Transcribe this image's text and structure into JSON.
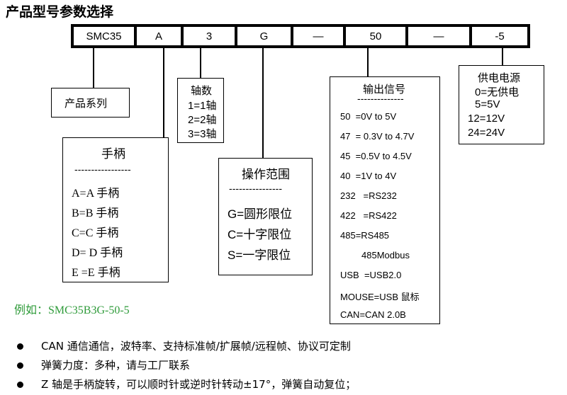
{
  "title": "产品型号参数选择",
  "code_cells": [
    "SMC35",
    "A",
    "3",
    "G",
    "—",
    "50",
    "—",
    "-5"
  ],
  "series_box": {
    "label": "产品系列"
  },
  "axis_box": {
    "heading": "轴数",
    "items": [
      "1=1轴",
      "2=2轴",
      "3=3轴"
    ]
  },
  "handle_box": {
    "heading": "手柄",
    "divider": "-----------------",
    "items": [
      "A=A 手柄",
      "B=B 手柄",
      "C=C 手柄",
      "D= D 手柄",
      "E =E 手柄"
    ]
  },
  "range_box": {
    "heading": "操作范围",
    "divider": "----------------",
    "items": [
      "G=圆形限位",
      "C=十字限位",
      "S=一字限位"
    ]
  },
  "output_box": {
    "heading": "输出信号",
    "divider": "--------------",
    "items": [
      "50  =0V to 5V",
      "47  = 0.3V to 4.7V",
      "45  =0.5V to 4.5V",
      "40  =1V to 4V",
      "232   =RS232",
      "422   =RS422",
      "485=RS485",
      "485Modbus",
      "USB  =USB2.0",
      "MOUSE=USB 鼠标",
      "CAN=CAN 2.0B"
    ]
  },
  "power_box": {
    "heading": "供电电源",
    "items": [
      "0=无供电",
      "5=5V",
      "12=12V",
      "24=24V"
    ]
  },
  "example": "例如：SMC35B3G-50-5",
  "notes": [
    "CAN 通信通信，波特率、支持标准帧/扩展帧/远程帧、协议可定制",
    "弹簧力度：多种，请与工厂联系",
    "Z 轴是手柄旋转，可以顺时针或逆时针转动±17°，弹簧自动复位；"
  ]
}
